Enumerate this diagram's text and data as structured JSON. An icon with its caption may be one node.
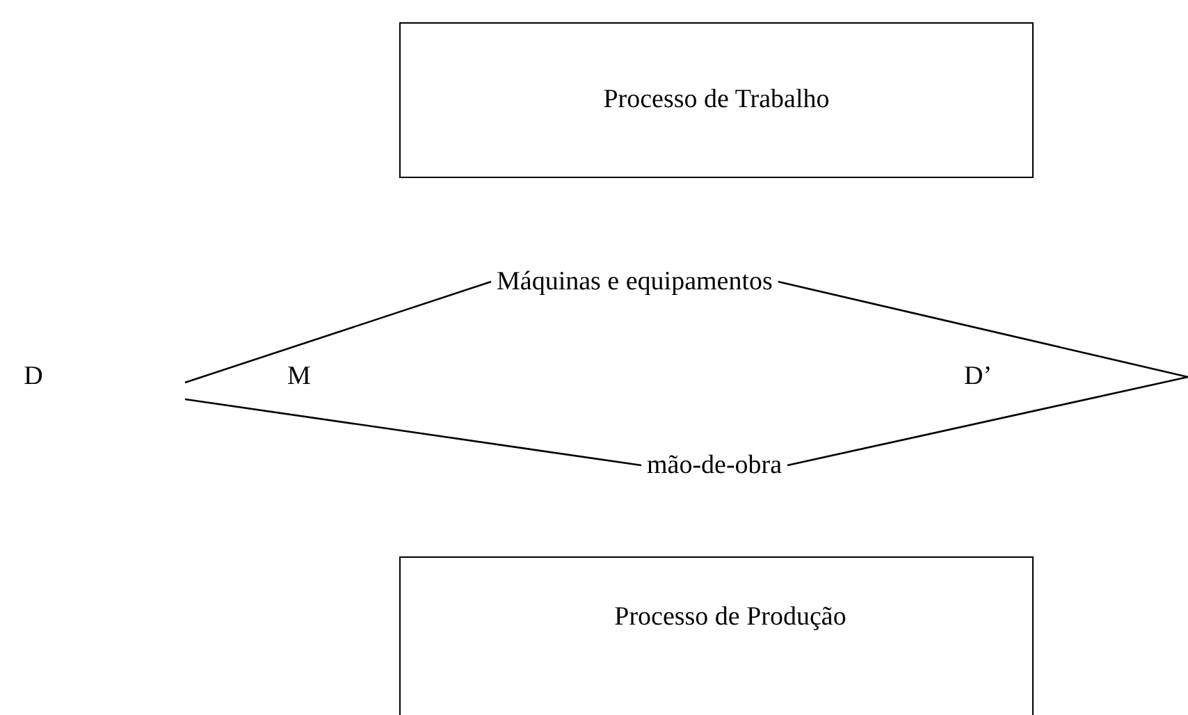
{
  "diagram": {
    "nodes": [
      {
        "text": [
          "Processo de Trabalho"
        ]
      },
      {
        "text": [
          "Máquinas e equipamentos"
        ]
      },
      {
        "text": [
          "D"
        ]
      },
      {
        "text": [
          "M"
        ]
      },
      {
        "text": [
          "D’"
        ]
      },
      {
        "text": [
          "mão-de-obra"
        ]
      },
      {
        "text": [
          "Processo de Produção"
        ]
      }
    ],
    "edges": [
      {
        "from": null,
        "to": 1,
        "arrow": "none"
      },
      {
        "from": null,
        "to": 5,
        "arrow": "none"
      },
      {
        "from": 1,
        "to": null,
        "arrow": "none"
      },
      {
        "from": 5,
        "to": null,
        "arrow": "none"
      }
    ]
  }
}
